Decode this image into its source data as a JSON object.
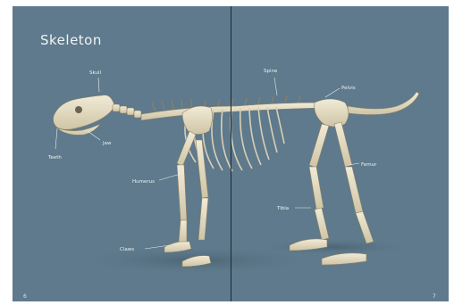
{
  "page": {
    "title": "Skeleton",
    "left_page_number": "6",
    "right_page_number": "7"
  },
  "labels": {
    "skull": "Skull",
    "jaw": "Jaw",
    "teeth": "Teeth",
    "humerus": "Humerus",
    "claws": "Claws",
    "spine": "Spine",
    "pelvis": "Pelvis",
    "femur": "Femur",
    "tibia": "Tibia"
  },
  "colors": {
    "background": "#5e7a8c",
    "bone": "#e9e1c8",
    "bone_shadow": "#a89d80",
    "label_text": "#f1f3f3"
  }
}
